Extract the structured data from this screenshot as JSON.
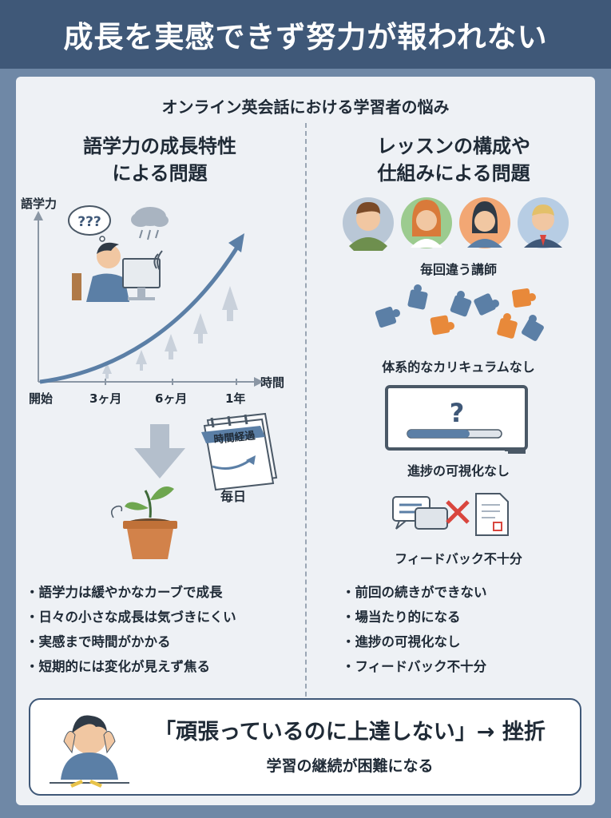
{
  "banner": {
    "title": "成長を実感できず努力が報われない"
  },
  "subtitle": "オンライン英会話における学習者の悩み",
  "left": {
    "title_line1": "語学力の成長特性",
    "title_line2": "による問題",
    "graph": {
      "y_label": "語学力",
      "x_label": "時間",
      "thought_text": "???",
      "ticks": [
        "開始",
        "3ヶ月",
        "6ヶ月",
        "1年"
      ]
    },
    "calendar_text": "時間経過",
    "calendar_caption": "毎日",
    "bullets": [
      "語学力は緩やかなカーブで成長",
      "日々の小さな成長は気づきにくい",
      "実感まで時間がかかる",
      "短期的には変化が見えず焦る"
    ]
  },
  "right": {
    "title_line1": "レッスンの構成や",
    "title_line2": "仕組みによる問題",
    "captions": {
      "teachers": "毎回違う講師",
      "puzzle": "体系的なカリキュラムなし",
      "progress": "進捗の可視化なし",
      "feedback": "フィードバック不十分"
    },
    "whiteboard_mark": "?",
    "bullets": [
      "前回の続きができない",
      "場当たり的になる",
      "進捗の可視化なし",
      "フィードバック不十分"
    ]
  },
  "bottom": {
    "main": "「頑張っているのに上達しない」→ 挫折",
    "sub": "学習の継続が困難になる"
  },
  "colors": {
    "banner": "#3f5878",
    "page": "#6f88a6",
    "card": "#eef1f5",
    "accent_blue": "#5b7fa6",
    "puzzle_orange": "#e8893a",
    "error_red": "#d9463e"
  }
}
